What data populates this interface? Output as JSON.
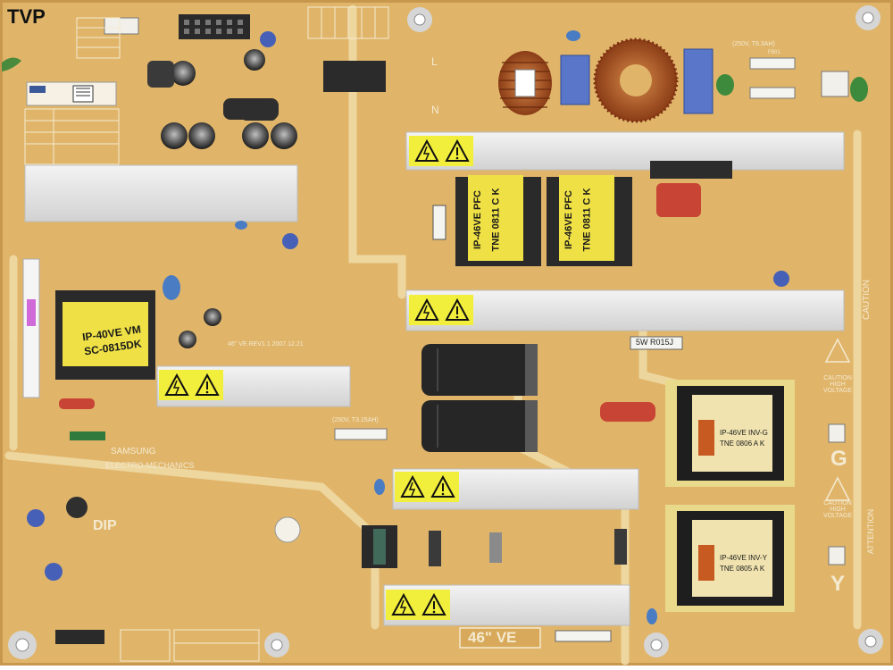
{
  "corner_tag": "TVP",
  "board_model_silk": "46\" VE",
  "transformers": [
    {
      "text_line1": "IP-40VE VM",
      "text_line2": "SC-0815DK"
    },
    {
      "text_line1": "IP-46VE PFC",
      "text_line2": "TNE 0811 C K"
    },
    {
      "text_line1": "IP-46VE PFC",
      "text_line2": "TNE 0811 C K"
    },
    {
      "text_line1": "IP-46VE INV-G",
      "text_line2": "TNE 0806 A K"
    },
    {
      "text_line1": "IP-46VE INV-Y",
      "text_line2": "TNE 0805 A K"
    }
  ],
  "silkscreen": {
    "samsung": "SAMSUNG",
    "electro_mechanics": "ELECTRO-MECHANICS",
    "dip": "DIP",
    "caution": "CAUTION",
    "attention": "ATTENTION",
    "caution_high_voltage_1": "CAUTION HIGH VOLTAGE",
    "caution_high_voltage_2": "CAUTION HIGH VOLTAGE",
    "letter_g": "G",
    "letter_y": "Y",
    "letter_l": "L",
    "letter_n": "N",
    "rev_label": "46\" VE  REV1.1  2007.12.21",
    "chip_tag": "5W R015J",
    "rating_1": "(250V, T6.3AH)",
    "rating_2": "(250V, T3.15AH)",
    "fuse_label": "F801"
  },
  "colors": {
    "board": "#e0b56a",
    "heatsink": "#e6e6e6",
    "warning_yellow": "#f2ef3c",
    "transformer_yellow": "#efe145",
    "connector_white": "#f2f0ea",
    "cap_black": "#262626"
  }
}
